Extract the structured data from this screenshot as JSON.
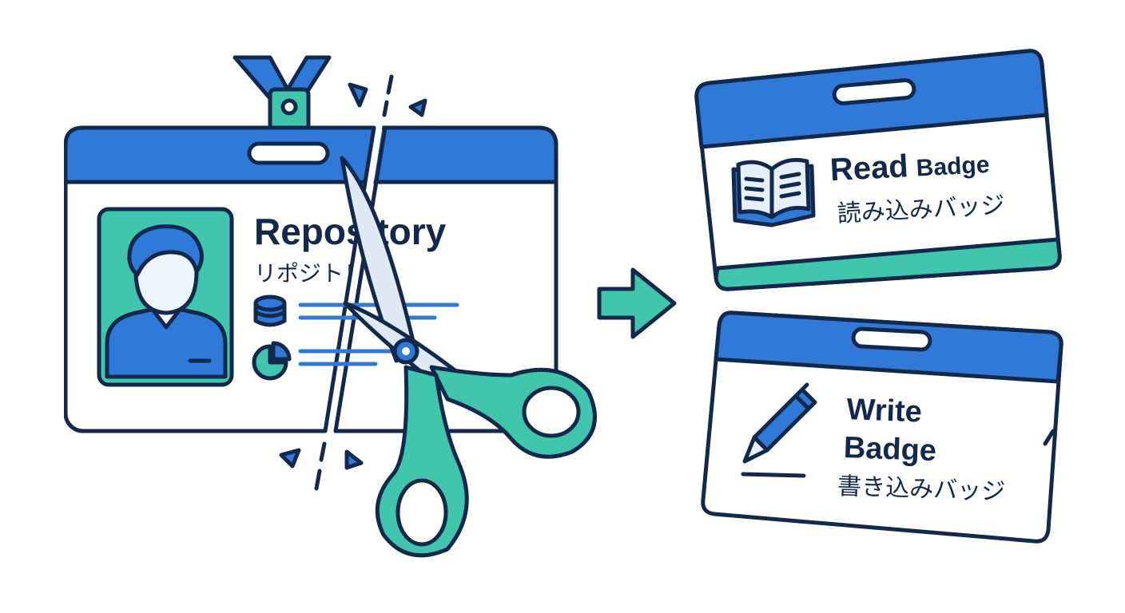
{
  "repository_card": {
    "title": "Repository",
    "subtitle": "リポジトリ"
  },
  "read_badge": {
    "title_bold": "Read",
    "title_rest": "Badge",
    "subtitle": "読み込みバッジ"
  },
  "write_badge": {
    "title_line1": "Write",
    "title_line2": "Badge",
    "subtitle": "書き込みバッジ"
  },
  "colors": {
    "navy": "#13294b",
    "blue": "#2f7ad8",
    "teal": "#3fc6ad",
    "light_blue": "#e6f0fa"
  },
  "icons": [
    "user-avatar-icon",
    "database-icon",
    "pie-chart-icon",
    "scissors-icon",
    "arrow-right-icon",
    "open-book-icon",
    "pen-icon"
  ]
}
